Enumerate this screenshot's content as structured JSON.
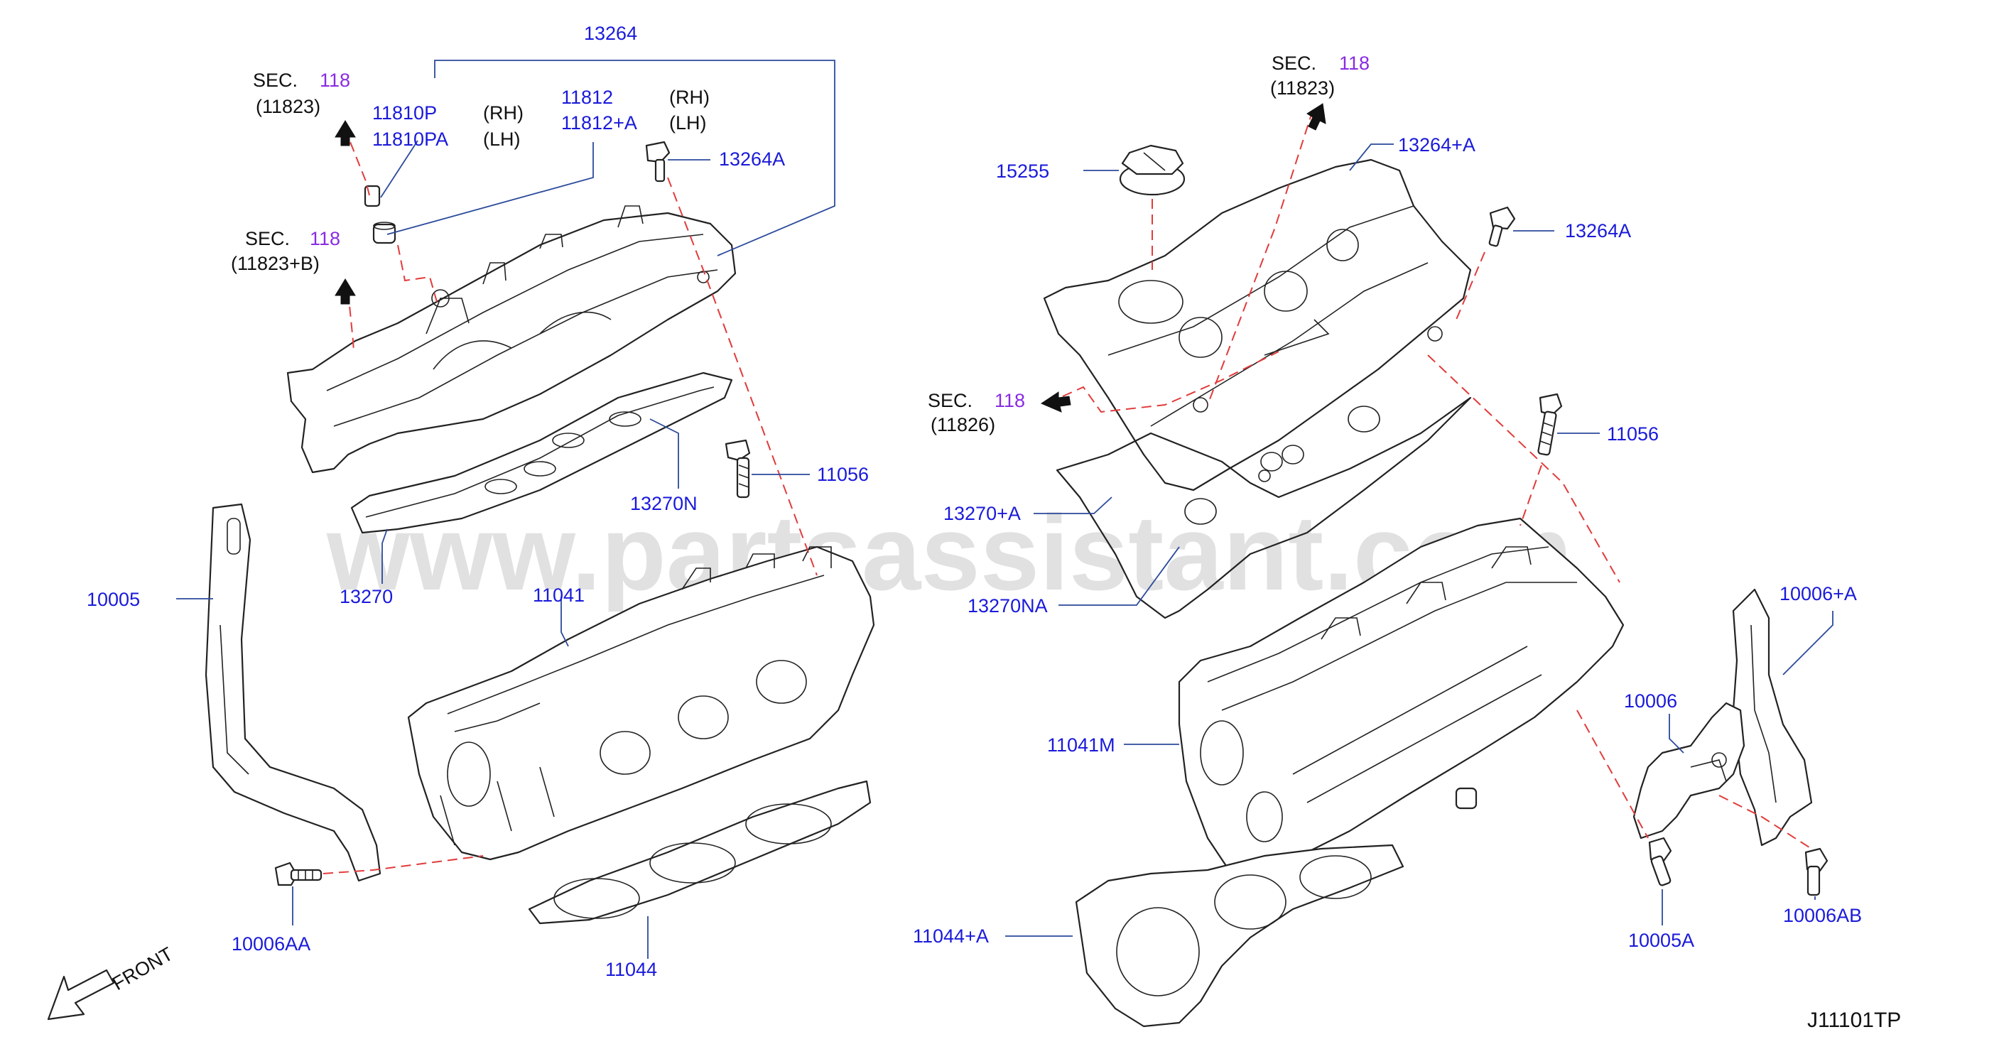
{
  "watermark": "www.partsassistant.com",
  "diagram_code": "J11101TP",
  "front_label": "FRONT",
  "sec_refs": [
    {
      "sec": "SEC.",
      "num": "118",
      "ref": "(11823)"
    },
    {
      "sec": "SEC.",
      "num": "118",
      "ref": "(11823+B)"
    },
    {
      "sec": "SEC.",
      "num": "118",
      "ref": "(11823)"
    },
    {
      "sec": "SEC.",
      "num": "118",
      "ref": "(11826)"
    }
  ],
  "side_labels": {
    "rh": "(RH)",
    "lh": "(LH)"
  },
  "part_numbers": {
    "p13264": "13264",
    "p11810P": "11810P",
    "p11810PA": "11810PA",
    "p11812": "11812",
    "p11812A": "11812+A",
    "p13264A_left": "13264A",
    "p13270N": "13270N",
    "p11056_left": "11056",
    "p13270": "13270",
    "p11041": "11041",
    "p10005": "10005",
    "p10006AA": "10006AA",
    "p11044": "11044",
    "p15255": "15255",
    "p13264PA": "13264+A",
    "p13264A_right": "13264A",
    "p11056_right": "11056",
    "p13270PA": "13270+A",
    "p13270NA": "13270NA",
    "p11041M": "11041M",
    "p10006PA": "10006+A",
    "p10006": "10006",
    "p11044PA": "11044+A",
    "p10005A": "10005A",
    "p10006AB": "10006AB"
  }
}
